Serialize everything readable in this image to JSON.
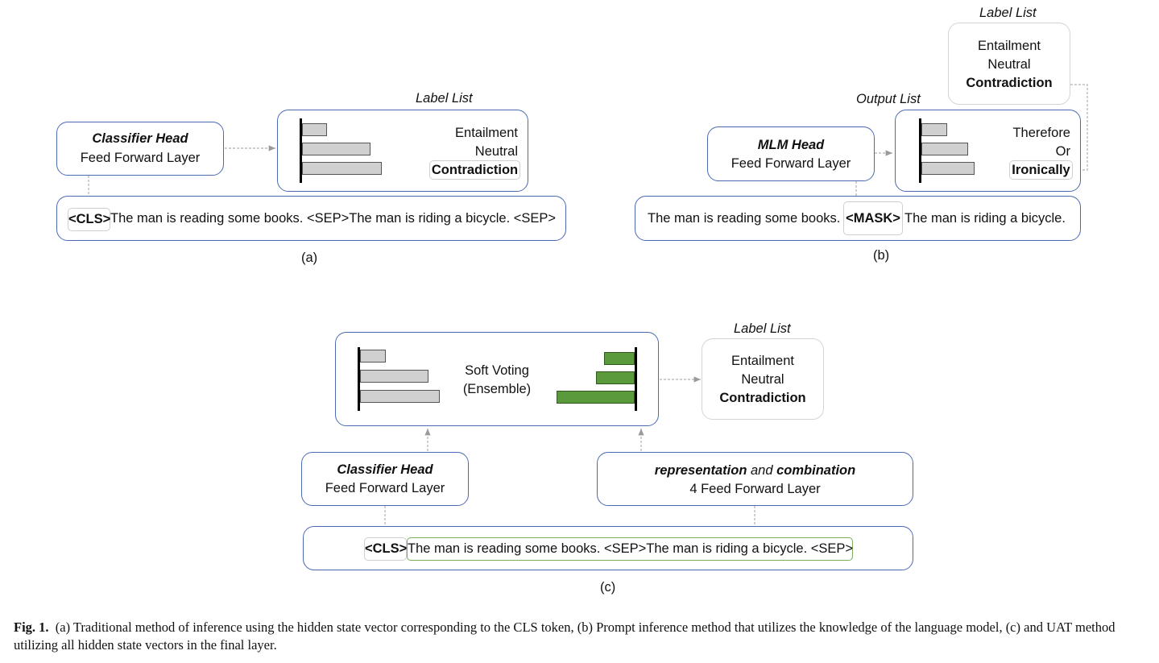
{
  "panel_a": {
    "label_list_title": "Label List",
    "head_title": "Classifier Head",
    "head_sub": "Feed Forward Layer",
    "labels": [
      "Entailment",
      "Neutral",
      "Contradiction"
    ],
    "bar_values": [
      0.31,
      0.86,
      1.0
    ],
    "cls_token": "<CLS>",
    "sentence": "The man is reading some books. <SEP>The man is riding a bicycle. <SEP>",
    "caption": "(a)"
  },
  "panel_b": {
    "label_list_title": "Label List",
    "output_list_title": "Output List",
    "head_title": "MLM Head",
    "head_sub": "Feed Forward Layer",
    "labels": [
      "Entailment",
      "Neutral",
      "Contradiction"
    ],
    "outputs": [
      "Therefore",
      "Or",
      "Ironically"
    ],
    "bar_values": [
      0.48,
      0.88,
      1.0
    ],
    "sentence_left": "The man is reading some books.",
    "mask_token": "<MASK>",
    "sentence_right": "The man is riding a bicycle.",
    "caption": "(b)"
  },
  "panel_c": {
    "label_list_title": "Label List",
    "voting_line1": "Soft Voting",
    "voting_line2": "(Ensemble)",
    "gray_bar_values": [
      0.32,
      0.86,
      1.0
    ],
    "green_bar_values": [
      0.39,
      0.49,
      1.0
    ],
    "labels": [
      "Entailment",
      "Neutral",
      "Contradiction"
    ],
    "head1_title": "Classifier Head",
    "head1_sub": "Feed Forward Layer",
    "head2_title_a": "representation",
    "head2_title_and": "and",
    "head2_title_b": "combination",
    "head2_sub": "4 Feed Forward Layer",
    "cls_token": "<CLS>",
    "sentence": "The man is reading some books. <SEP>The man is riding a bicycle. <SEP>",
    "caption": "(c)"
  },
  "figure_caption": {
    "label": "Fig. 1.",
    "text": "(a) Traditional method of inference using the hidden state vector corresponding to the CLS token, (b) Prompt inference method that utilizes the knowledge of the language model, (c) and UAT method utilizing all hidden state vectors in the final layer."
  }
}
